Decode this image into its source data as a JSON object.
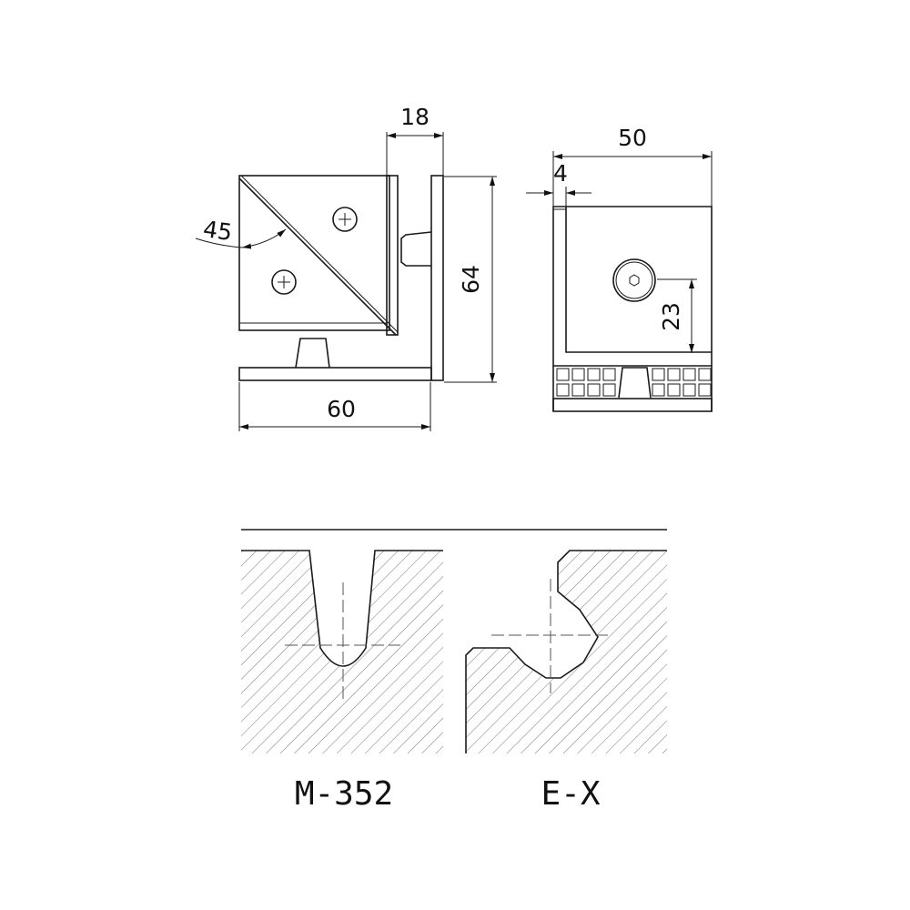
{
  "side_view": {
    "dim_width_top": "18",
    "dim_height": "64",
    "dim_width_bottom": "60",
    "dim_angle": "45"
  },
  "front_view": {
    "dim_width": "50",
    "dim_thickness": "4",
    "dim_hole_height": "23"
  },
  "profiles": [
    {
      "label": "M-352"
    },
    {
      "label": "E-X"
    }
  ]
}
